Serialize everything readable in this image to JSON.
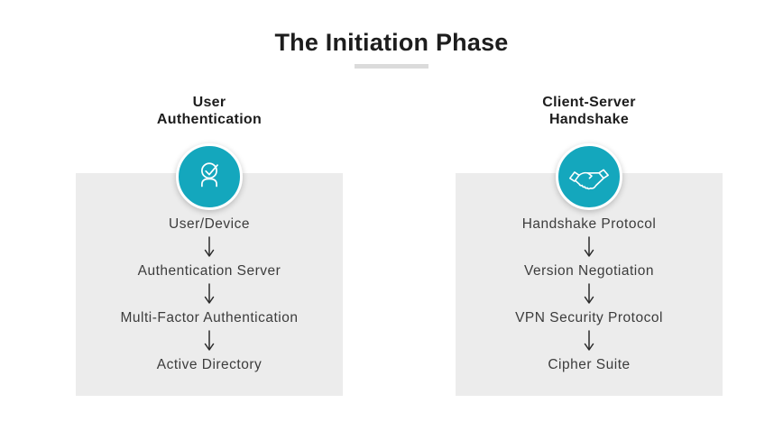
{
  "title": "The Initiation Phase",
  "colors": {
    "accent_teal": "#14A7BD",
    "panel_gray": "#ECECEC",
    "underline_gray": "#DBDBDB",
    "heading_text": "#1D1D1D",
    "step_text": "#3C3C3C"
  },
  "columns": [
    {
      "header_line1": "User",
      "header_line2": "Authentication",
      "icon": "user-check-icon",
      "steps": [
        "User/Device",
        "Authentication Server",
        "Multi-Factor Authentication",
        "Active Directory"
      ]
    },
    {
      "header_line1": "Client-Server",
      "header_line2": "Handshake",
      "icon": "handshake-icon",
      "steps": [
        "Handshake Protocol",
        "Version Negotiation",
        "VPN Security Protocol",
        "Cipher Suite"
      ]
    }
  ],
  "connector": "down-arrow-icon"
}
